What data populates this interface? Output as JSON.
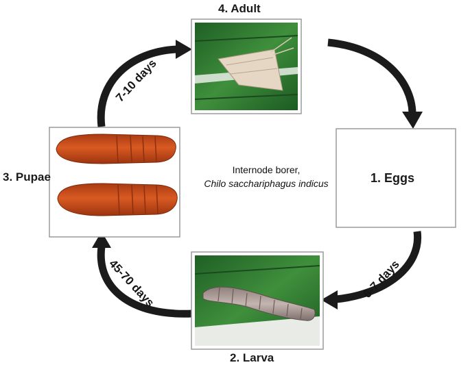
{
  "diagram": {
    "stages": {
      "adult": "4. Adult",
      "eggs": "1. Eggs",
      "larva": "2. Larva",
      "pupae": "3. Pupae"
    },
    "center": {
      "common_name": "Internode borer,",
      "scientific_name": "Chilo sacchariphagus indicus"
    },
    "durations": {
      "eggs_to_larva": "6-7 days",
      "larva_to_pupae": "45-70 days",
      "pupae_to_adult": "7-10 days"
    },
    "colors": {
      "arrow": "#1b1b1b",
      "leaf": "#2f7a33",
      "pupa": "#c9501c",
      "larva": "#a99a96"
    }
  }
}
